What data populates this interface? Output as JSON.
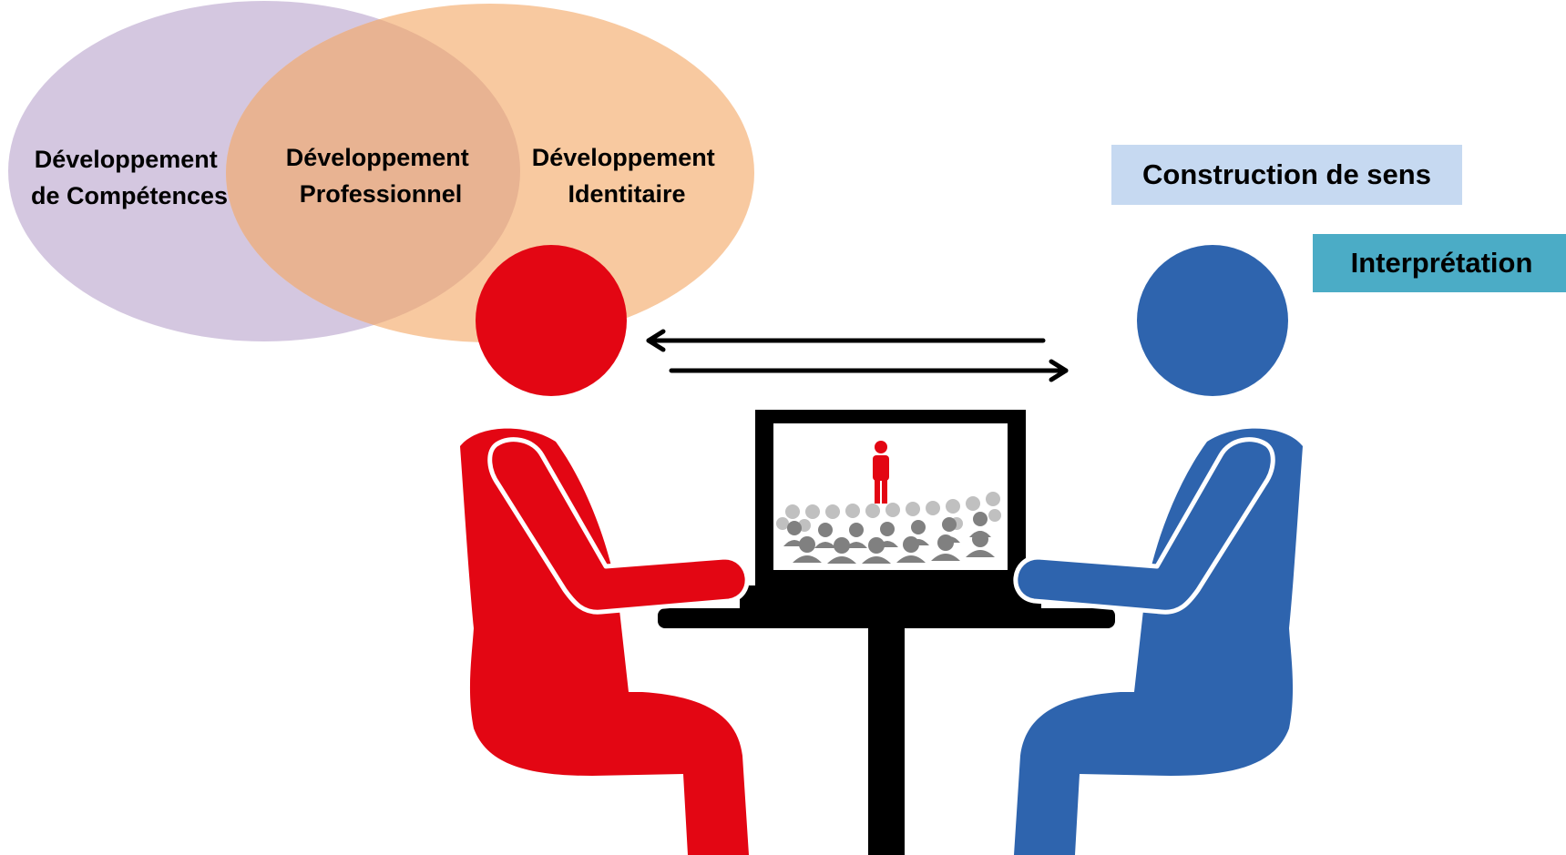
{
  "venn": {
    "left": {
      "line1": "Développement",
      "line2": "de Compétences",
      "color": "#d4c7e0"
    },
    "center": {
      "line1": "Développement",
      "line2": "Professionnel",
      "color": "#e8b392"
    },
    "right": {
      "line1": "Développement",
      "line2": "Identitaire",
      "color": "#f8c9a0"
    }
  },
  "labels": {
    "construction": {
      "text": "Construction de sens",
      "color": "#c6d9f1"
    },
    "interpretation": {
      "text": "Interprétation",
      "color": "#4bacc6"
    }
  },
  "colors": {
    "person_left": "#e30613",
    "person_right": "#2e64ae",
    "table": "#000000",
    "audience_dark": "#808080",
    "audience_light": "#c0c0c0",
    "presenter": "#e30613"
  },
  "icons": [
    "person-red-icon",
    "person-blue-icon",
    "laptop-icon",
    "audience-icon",
    "presenter-icon",
    "arrow-left-icon",
    "arrow-right-icon"
  ]
}
